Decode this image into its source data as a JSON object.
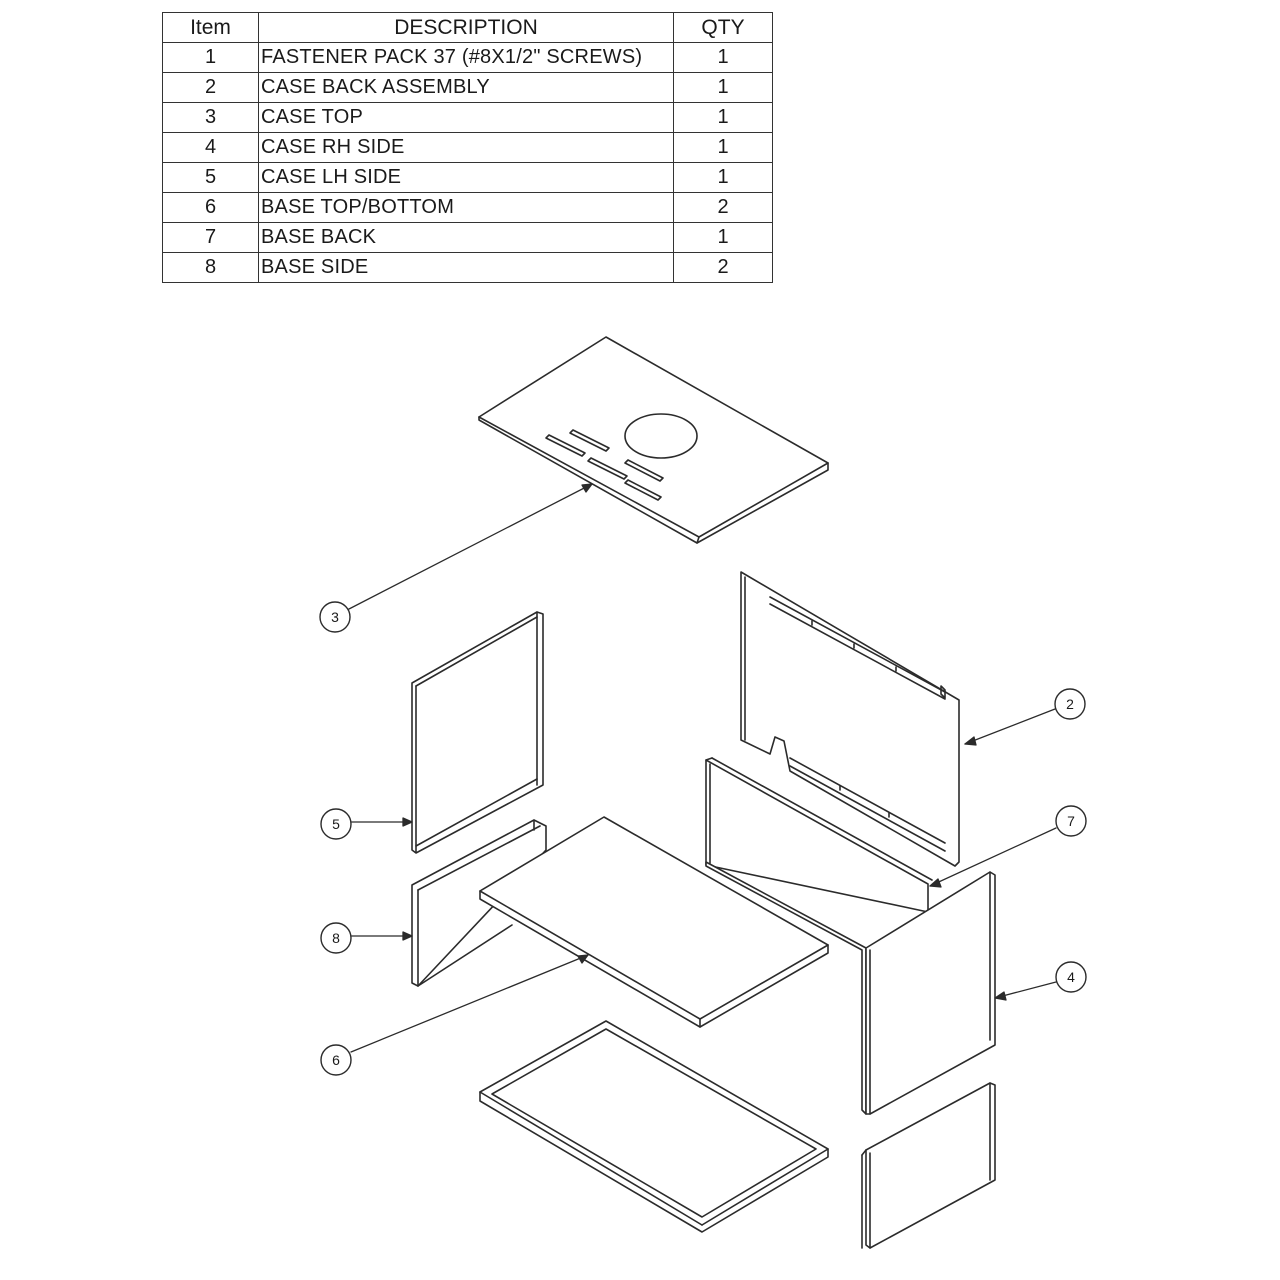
{
  "table": {
    "headers": {
      "item": "Item",
      "description": "DESCRIPTION",
      "qty": "QTY"
    },
    "rows": [
      {
        "item": "1",
        "description": "FASTENER PACK 37 (#8X1/2\" SCREWS)",
        "qty": "1"
      },
      {
        "item": "2",
        "description": "CASE BACK ASSEMBLY",
        "qty": "1"
      },
      {
        "item": "3",
        "description": "CASE TOP",
        "qty": "1"
      },
      {
        "item": "4",
        "description": "CASE RH SIDE",
        "qty": "1"
      },
      {
        "item": "5",
        "description": "CASE LH SIDE",
        "qty": "1"
      },
      {
        "item": "6",
        "description": "BASE TOP/BOTTOM",
        "qty": "2"
      },
      {
        "item": "7",
        "description": "BASE BACK",
        "qty": "1"
      },
      {
        "item": "8",
        "description": "BASE SIDE",
        "qty": "2"
      }
    ]
  },
  "callouts": {
    "c2": "2",
    "c3": "3",
    "c4": "4",
    "c5": "5",
    "c6": "6",
    "c7": "7",
    "c8": "8"
  },
  "colors": {
    "line": "#2b2b2b",
    "background": "#ffffff"
  }
}
